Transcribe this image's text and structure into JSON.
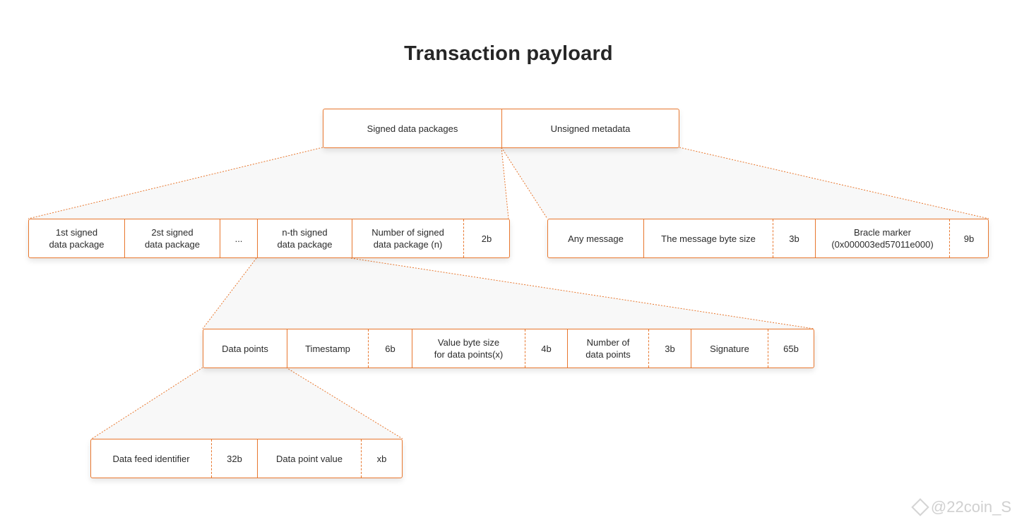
{
  "title": "Transaction payloard",
  "accent_color": "#e8772e",
  "top_box": [
    "Signed data packages",
    "Unsigned metadata"
  ],
  "packages_box": [
    "1st signed\ndata package",
    "2st signed\ndata package",
    "...",
    "n-th signed\ndata package",
    "Number of signed\ndata package (n)",
    "2b"
  ],
  "metadata_box": [
    "Any message",
    "The message byte size",
    "3b",
    "Bracle marker\n(0x000003ed57011e000)",
    "9b"
  ],
  "package_detail_box": [
    "Data points",
    "Timestamp",
    "6b",
    "Value byte size\nfor data points(x)",
    "4b",
    "Number of\ndata points",
    "3b",
    "Signature",
    "65b"
  ],
  "data_point_box": [
    "Data feed identifier",
    "32b",
    "Data point value",
    "xb"
  ],
  "watermark": "@22coin_S"
}
